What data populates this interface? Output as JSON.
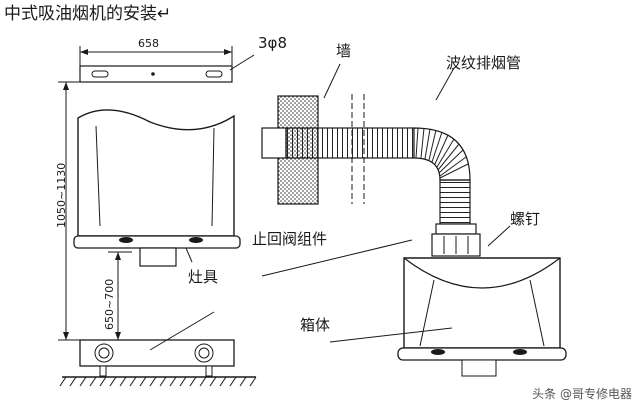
{
  "title": "中式吸油烟机的安装↵",
  "dimensions": {
    "width": "658",
    "height_range": "1050~1130",
    "stove_range": "650~700",
    "screw_holes": "3φ8"
  },
  "labels": {
    "wall": "墙",
    "duct": "波纹排烟管",
    "screw": "螺钉",
    "check_valve": "止回阀组件",
    "stove": "灶具",
    "cabinet": "箱体"
  },
  "watermark": "头条 @哥专修电器",
  "colors": {
    "line": "#1a1a1a",
    "hatch": "#444444",
    "fill": "#ffffff"
  }
}
